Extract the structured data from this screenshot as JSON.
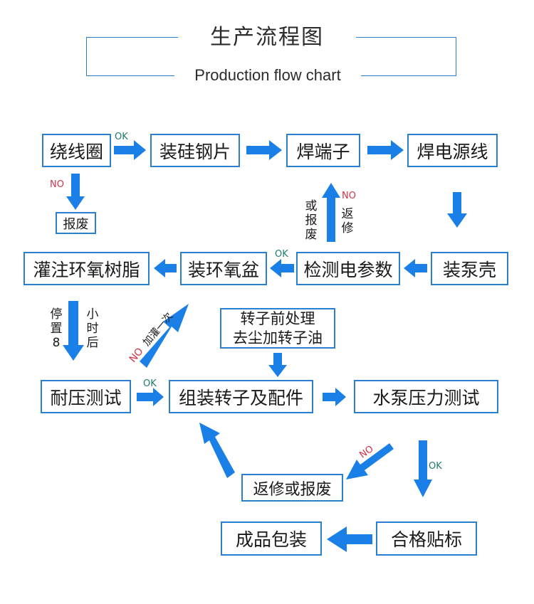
{
  "header": {
    "title_cn": "生产流程图",
    "title_en": "Production flow chart"
  },
  "nodes": {
    "winding": "绕线圈",
    "silicon": "装硅钢片",
    "terminal": "焊端子",
    "power_wire": "焊电源线",
    "scrap1": "报废",
    "pump_shell": "装泵壳",
    "check_params": "检测电参数",
    "ring_basin": "装环氧盆",
    "epoxy_fill": "灌注环氧树脂",
    "rotor_pre_l1": "转子前处理",
    "rotor_pre_l2": "去尘加转子油",
    "hipot": "耐压测试",
    "assemble": "组装转子及配件",
    "pump_test": "水泵压力测试",
    "repair_scrap": "返修或报废",
    "finished": "成品包装",
    "label_pass": "合格贴标"
  },
  "labels": {
    "ok": "OK",
    "no": "NO",
    "or_scrap": "或报废",
    "repair": "返修",
    "wait": "停置8",
    "hours": "小时后",
    "refill": "加灌一次"
  },
  "colors": {
    "arrow": "#1a7fe6",
    "border": "#2a7fd0",
    "ok": "#1f7a6e",
    "no": "#d0344a"
  }
}
